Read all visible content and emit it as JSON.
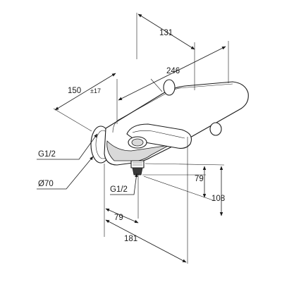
{
  "diagram": {
    "dimensions": {
      "d131": "131",
      "d246": "246",
      "d150": "150",
      "d150_tol": "±17",
      "g12_top": "G1/2",
      "dia70": "Ø70",
      "g12_bottom": "G1/2",
      "d79_vert": "79",
      "d108": "108",
      "d79_horiz": "79",
      "d181": "181"
    }
  }
}
